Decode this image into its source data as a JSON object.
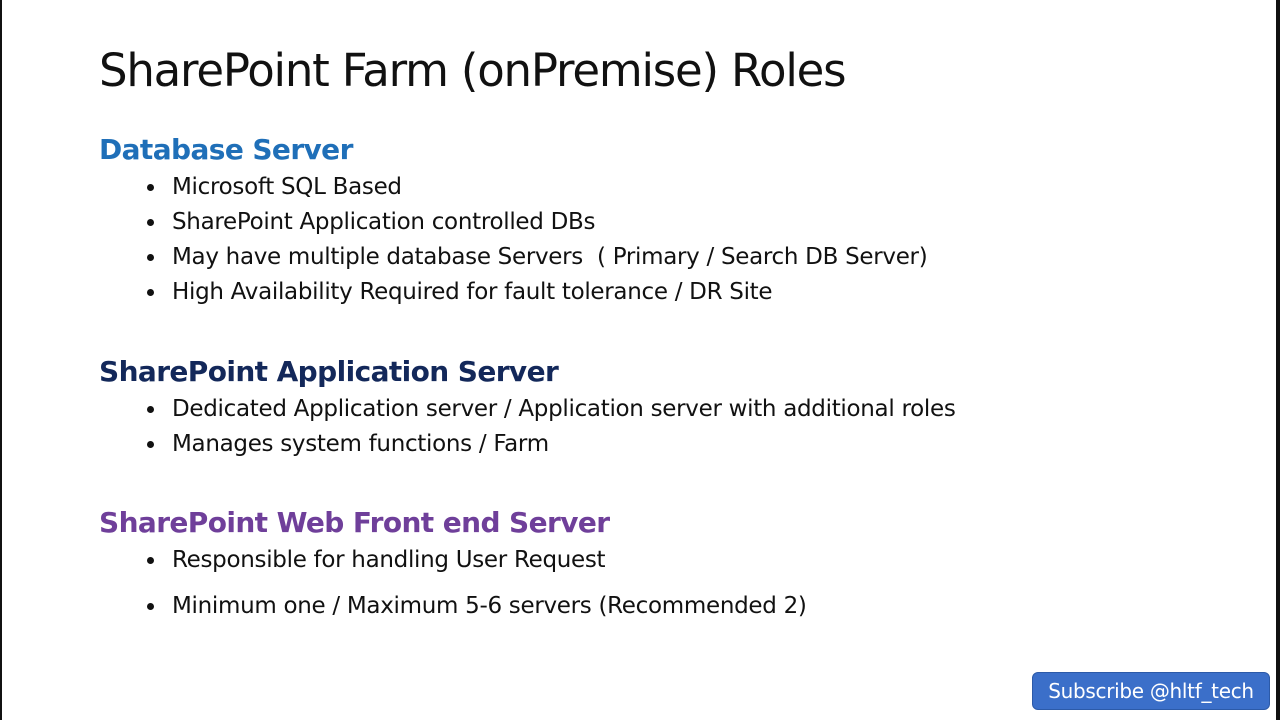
{
  "slide": {
    "title": "SharePoint Farm (onPremise) Roles",
    "sections": [
      {
        "heading": "Database Server",
        "color": "#1f6fb8",
        "bullets": [
          "Microsoft SQL Based",
          "SharePoint Application controlled DBs",
          "May have multiple database Servers  ( Primary / Search DB Server)",
          "High Availability Required for fault tolerance / DR Site"
        ]
      },
      {
        "heading": "SharePoint Application Server",
        "color": "#13285a",
        "bullets": [
          "Dedicated Application server / Application server with additional roles",
          "Manages system functions / Farm"
        ]
      },
      {
        "heading": "SharePoint Web Front end Server",
        "color": "#6f3f9a",
        "bullets": [
          "Responsible for handling User Request",
          "Minimum one / Maximum 5-6 servers (Recommended 2)"
        ]
      }
    ]
  },
  "subscribe_button": {
    "label": "Subscribe @hltf_tech",
    "color": "#3b6fc9"
  }
}
